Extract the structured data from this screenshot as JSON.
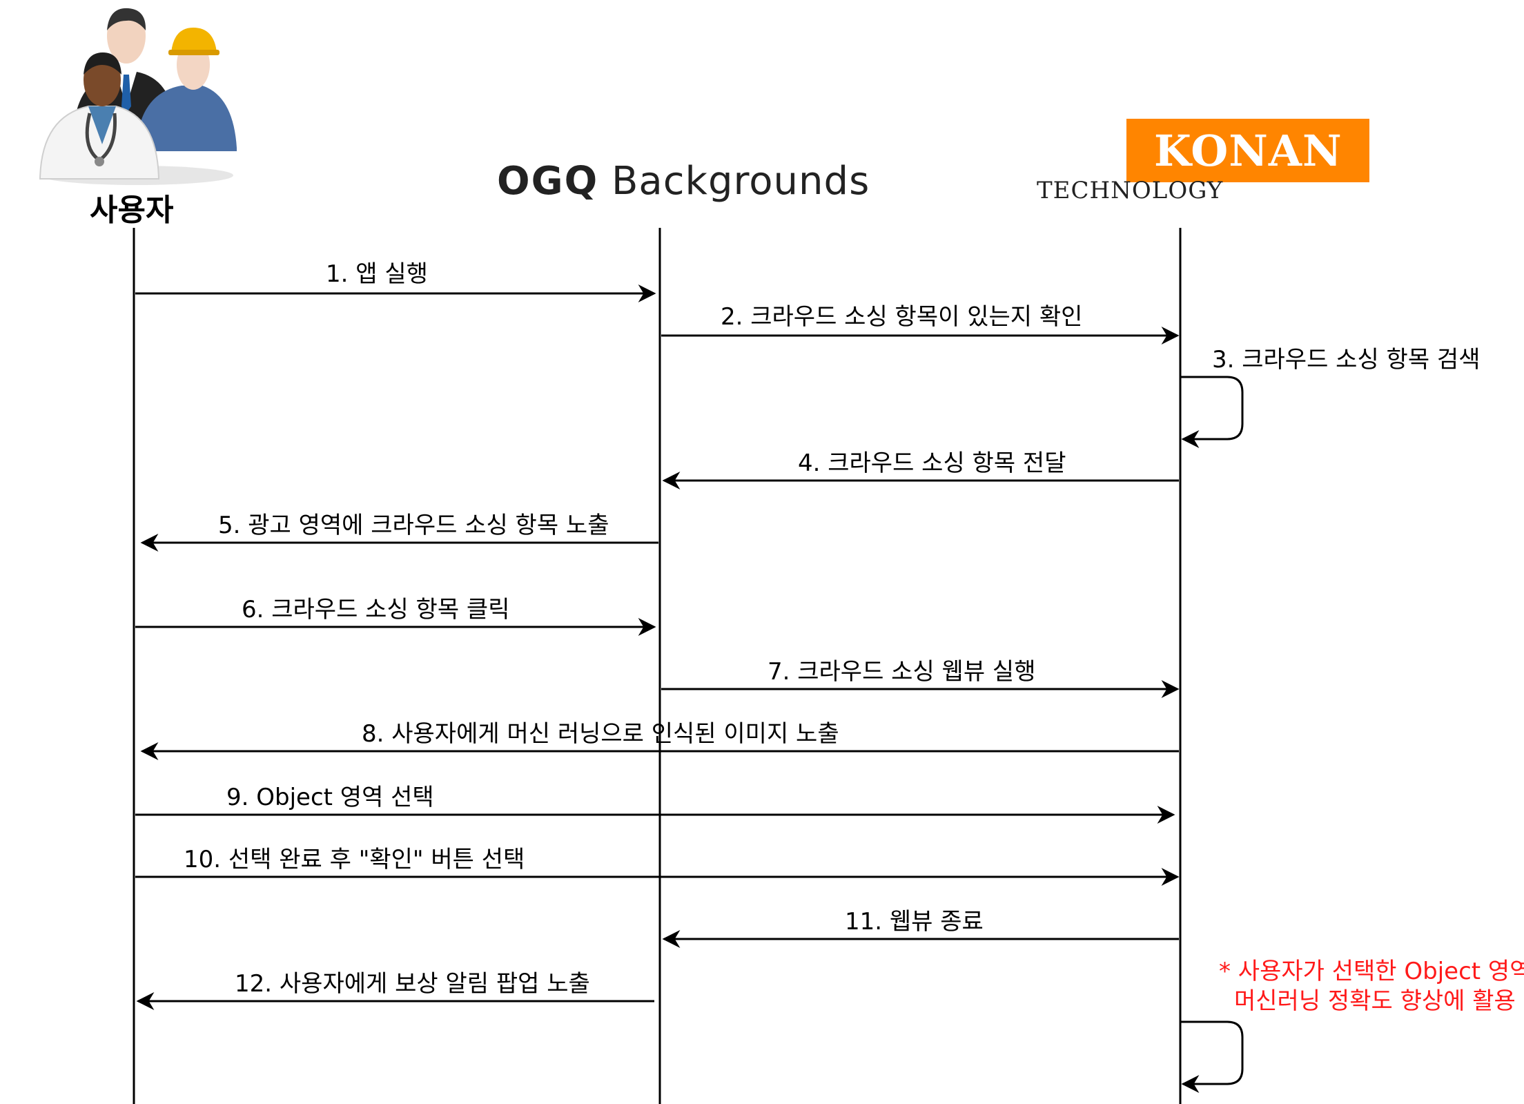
{
  "participants": {
    "user": {
      "label": "사용자",
      "icon": "users-icon"
    },
    "ogq": {
      "label_bold": "OGQ",
      "label_rest": " Backgrounds"
    },
    "konan": {
      "logo_main": "KONAN",
      "logo_sub": "TECHNOLOGY",
      "accent": "#ff8500"
    }
  },
  "messages": [
    {
      "n": 1,
      "label": "1. 앱 실행",
      "from": "user",
      "to": "ogq"
    },
    {
      "n": 2,
      "label": "2. 크라우드 소싱 항목이 있는지 확인",
      "from": "ogq",
      "to": "konan"
    },
    {
      "n": 3,
      "label": "3. 크라우드 소싱 항목 검색",
      "from": "konan",
      "to": "konan"
    },
    {
      "n": 4,
      "label": "4. 크라우드 소싱 항목 전달",
      "from": "konan",
      "to": "ogq"
    },
    {
      "n": 5,
      "label": "5. 광고 영역에 크라우드 소싱 항목 노출",
      "from": "ogq",
      "to": "user"
    },
    {
      "n": 6,
      "label": "6. 크라우드 소싱 항목 클릭",
      "from": "user",
      "to": "ogq"
    },
    {
      "n": 7,
      "label": "7. 크라우드 소싱 웹뷰 실행",
      "from": "ogq",
      "to": "konan"
    },
    {
      "n": 8,
      "label": "8. 사용자에게 머신 러닝으로 인식된 이미지 노출",
      "from": "konan",
      "to": "user"
    },
    {
      "n": 9,
      "label": "9. Object 영역 선택",
      "from": "user",
      "to": "konan"
    },
    {
      "n": 10,
      "label": "10. 선택 완료 후 \"확인\" 버튼 선택",
      "from": "user",
      "to": "konan"
    },
    {
      "n": 11,
      "label": "11. 웹뷰 종료",
      "from": "konan",
      "to": "ogq"
    },
    {
      "n": 12,
      "label": "12. 사용자에게 보상 알림 팝업 노출",
      "from": "ogq",
      "to": "user"
    }
  ],
  "note": {
    "line1": "* 사용자가 선택한 Object 영역",
    "line2": "머신러닝 정확도 향상에 활용",
    "color": "#ff1a1a"
  }
}
